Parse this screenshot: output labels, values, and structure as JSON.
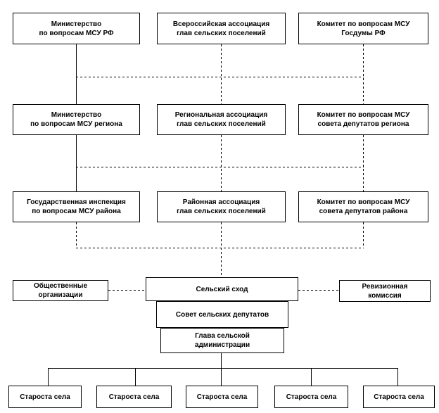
{
  "federal": {
    "ministry": "Министерство\nпо вопросам МСУ РФ",
    "association": "Всероссийская ассоциация\nглав сельских поселений",
    "duma_committee": "Комитет по вопросам МСУ\nГосдумы РФ"
  },
  "regional": {
    "ministry": "Министерство\nпо вопросам МСУ региона",
    "association": "Региональная ассоциация\nглав сельских поселений",
    "council_committee": "Комитет по вопросам МСУ\nсовета депутатов региона"
  },
  "district": {
    "inspection": "Государственная инспекция\nпо вопросам МСУ района",
    "association": "Районная ассоциация\nглав сельских поселений",
    "council_committee": "Комитет по вопросам МСУ\nсовета депутатов района"
  },
  "local": {
    "public_orgs": "Общественные\nорганизации",
    "village_assembly": "Сельский сход",
    "audit_commission": "Ревизионная\nкомиссия",
    "council": "Совет сельских депутатов",
    "head": "Глава сельской\nадминистрации"
  },
  "village_heads": [
    "Староста села",
    "Староста села",
    "Староста села",
    "Староста села",
    "Староста села"
  ]
}
